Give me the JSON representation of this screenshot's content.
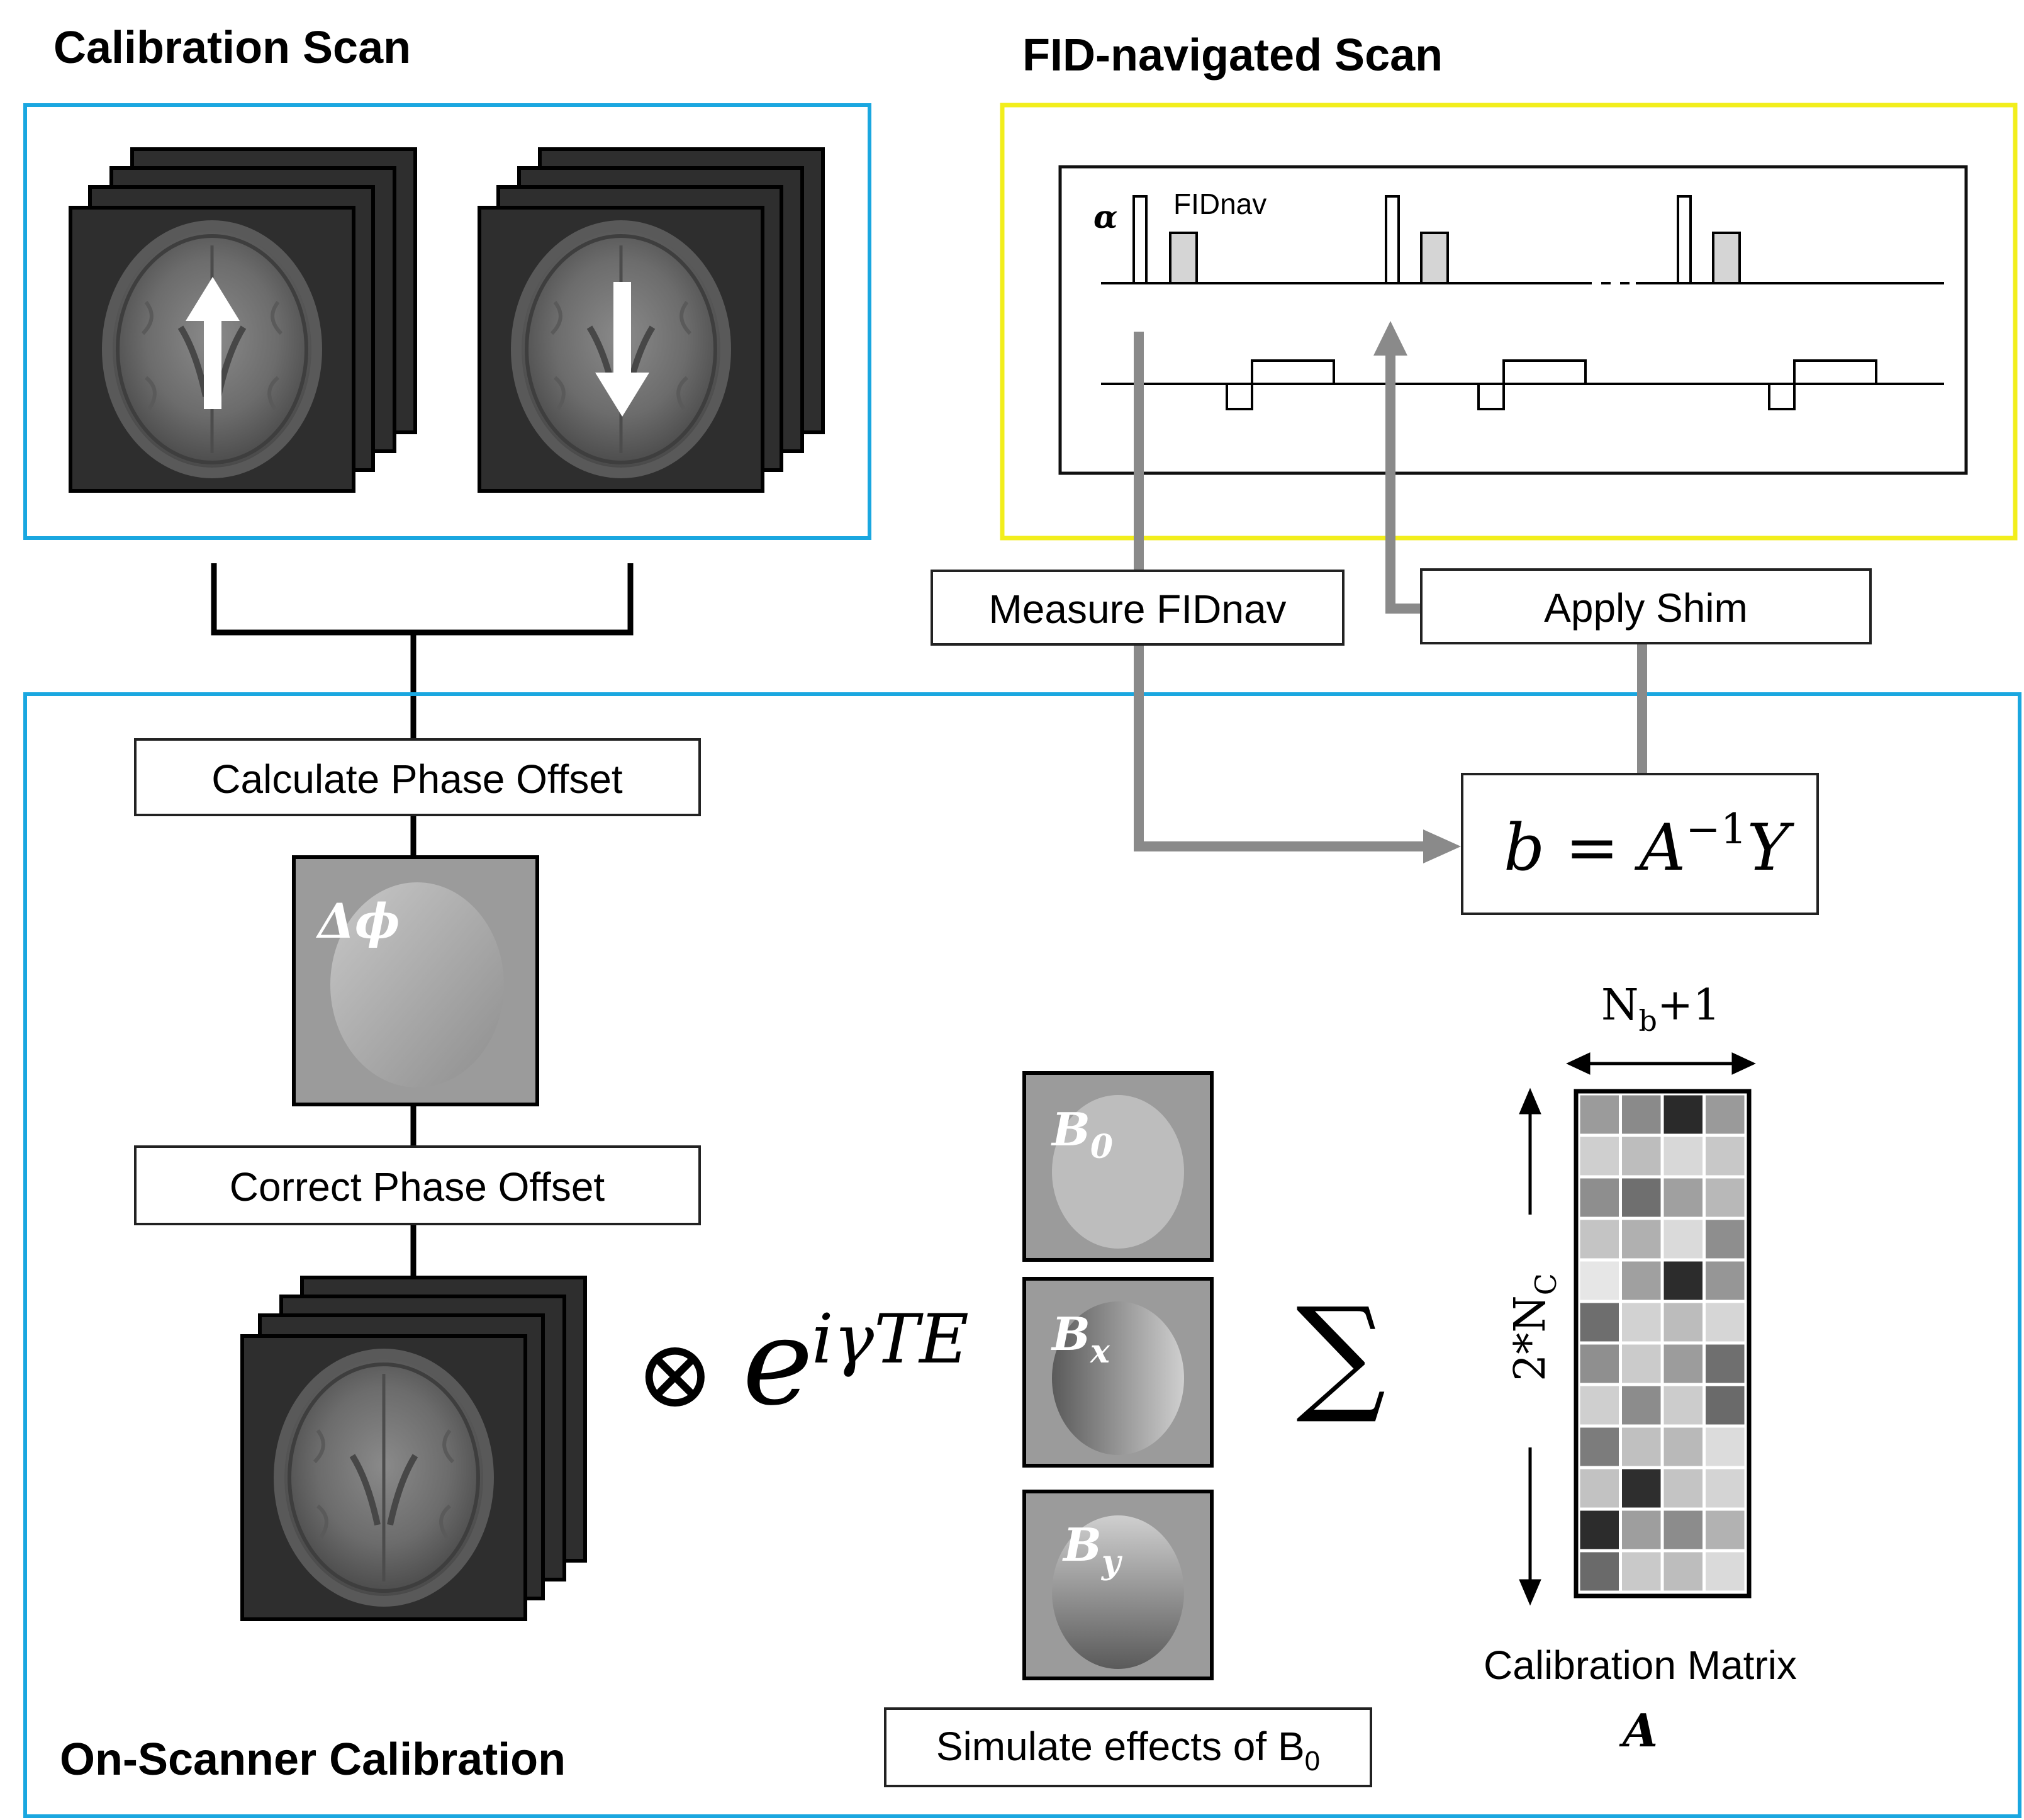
{
  "headings": {
    "calibration_scan": "Calibration Scan",
    "fid_scan": "FID-navigated Scan",
    "on_scanner": "On-Scanner Calibration"
  },
  "boxes": {
    "measure": "Measure FIDnav",
    "apply": "Apply Shim",
    "calc_phase": "Calculate Phase Offset",
    "correct_phase": "Correct Phase Offset",
    "simulate_prefix": "Simulate effects of B",
    "simulate_sub": "0"
  },
  "sequence": {
    "alpha": "α",
    "fidnav": "FIDnav"
  },
  "math": {
    "delta_phi": "Δϕ",
    "equation_b": "b",
    "equation_eq": " = A",
    "equation_exp": "−1",
    "equation_y": "Y",
    "otimes": "⊗",
    "exp_base": "e",
    "exp_power": "iγTE",
    "sigma": "∑",
    "b0_main": "B",
    "b0_sub": "0",
    "bx_main": "B",
    "bx_sub": "x",
    "by_main": "B",
    "by_sub": "y"
  },
  "matrix": {
    "cols_label_main": "N",
    "cols_label_sub": "b",
    "cols_label_tail": "+1",
    "rows_label_main": "2*N",
    "rows_label_sub": "C",
    "caption": "Calibration Matrix",
    "caption_symbol": "A",
    "cells": [
      [
        "#9b9b9b",
        "#8a8a8a",
        "#2a2a2a",
        "#9a9a9a"
      ],
      [
        "#cfcfcf",
        "#bdbdbd",
        "#d8d8d8",
        "#c8c8c8"
      ],
      [
        "#8e8e8e",
        "#6f6f6f",
        "#a0a0a0",
        "#b8b8b8"
      ],
      [
        "#c4c4c4",
        "#b0b0b0",
        "#dadada",
        "#8e8e8e"
      ],
      [
        "#e6e6e6",
        "#a0a0a0",
        "#2c2c2c",
        "#969696"
      ],
      [
        "#6e6e6e",
        "#d2d2d2",
        "#bcbcbc",
        "#d6d6d6"
      ],
      [
        "#8f8f8f",
        "#cbcbcb",
        "#9c9c9c",
        "#6f6f6f"
      ],
      [
        "#cfcfcf",
        "#8c8c8c",
        "#cccccc",
        "#6a6a6a"
      ],
      [
        "#7c7c7c",
        "#c0c0c0",
        "#b9b9b9",
        "#dcdcdc"
      ],
      [
        "#c2c2c2",
        "#2e2e2e",
        "#c4c4c4",
        "#d4d4d4"
      ],
      [
        "#2c2c2c",
        "#9e9e9e",
        "#8c8c8c",
        "#b2b2b2"
      ],
      [
        "#6a6a6a",
        "#c9c9c9",
        "#bdbdbd",
        "#dadada"
      ]
    ]
  },
  "colors": {
    "blue_frame": "#1aa7e0",
    "yellow_frame": "#f2ee1c",
    "arrow_gray": "#8a8a8a",
    "image_bg": "#2e2e2e",
    "map_bg": "#9b9b9b"
  }
}
